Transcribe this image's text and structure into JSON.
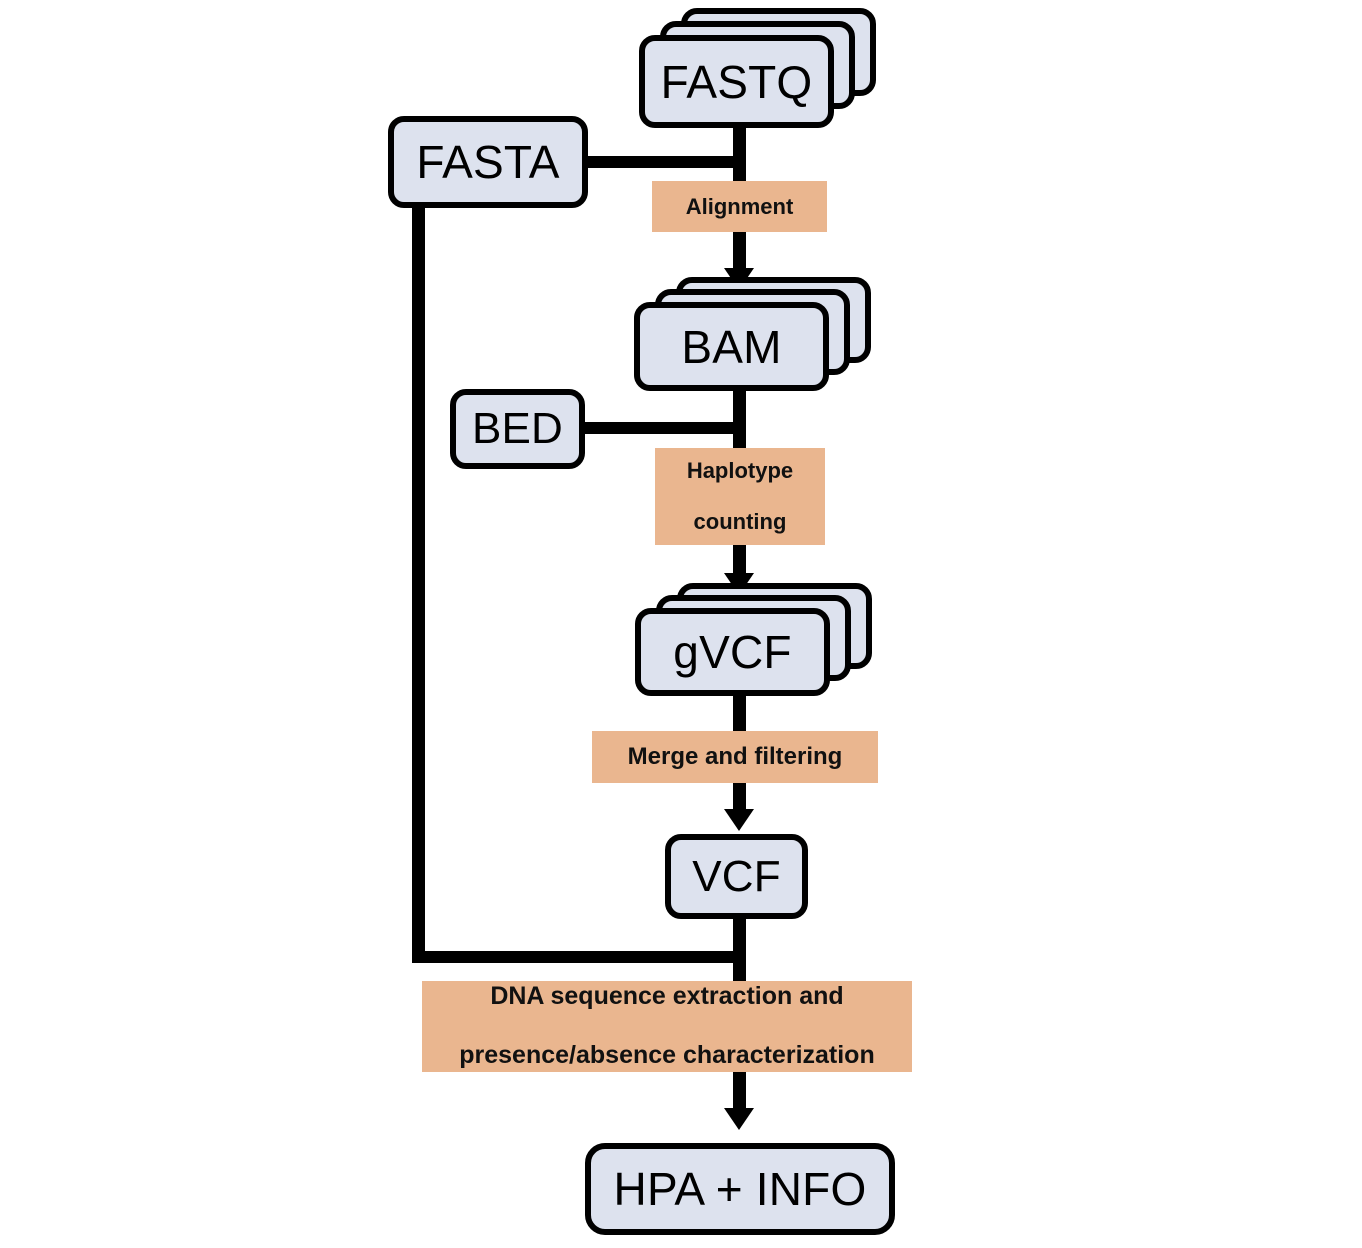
{
  "diagram": {
    "title": "Bioinformatics HPA genotyping pipeline flowchart",
    "colors": {
      "file_box_fill": "#dde2ee",
      "file_box_border": "#000000",
      "process_band_fill": "#eab68f",
      "connector": "#000000",
      "background": "#ffffff"
    },
    "nodes": {
      "fastq": {
        "label": "FASTQ",
        "kind": "file-stack",
        "copies": 3
      },
      "fasta": {
        "label": "FASTA",
        "kind": "file",
        "copies": 1
      },
      "bam": {
        "label": "BAM",
        "kind": "file-stack",
        "copies": 3
      },
      "bed": {
        "label": "BED",
        "kind": "file",
        "copies": 1
      },
      "gvcf": {
        "label": "gVCF",
        "kind": "file-stack",
        "copies": 3
      },
      "vcf": {
        "label": "VCF",
        "kind": "file",
        "copies": 1
      },
      "output": {
        "label": "HPA + INFO",
        "kind": "file",
        "copies": 1
      }
    },
    "processes": {
      "alignment": {
        "label": "Alignment"
      },
      "haplotype": {
        "label_line1": "Haplotype",
        "label_line2": "counting"
      },
      "merge": {
        "label": "Merge and filtering"
      },
      "extraction": {
        "label_line1": "DNA sequence extraction and",
        "label_line2": "presence/absence characterization"
      }
    },
    "edges": [
      {
        "from": "fastq",
        "to": "alignment",
        "type": "arrow"
      },
      {
        "from": "fasta",
        "to": "alignment",
        "type": "tee"
      },
      {
        "from": "alignment",
        "to": "bam",
        "type": "arrow"
      },
      {
        "from": "bam",
        "to": "haplotype",
        "type": "arrow"
      },
      {
        "from": "bed",
        "to": "haplotype",
        "type": "tee"
      },
      {
        "from": "haplotype",
        "to": "gvcf",
        "type": "arrow"
      },
      {
        "from": "gvcf",
        "to": "merge",
        "type": "arrow"
      },
      {
        "from": "merge",
        "to": "vcf",
        "type": "arrow"
      },
      {
        "from": "vcf",
        "to": "extraction",
        "type": "arrow"
      },
      {
        "from": "fasta",
        "to": "extraction",
        "type": "elbow"
      },
      {
        "from": "extraction",
        "to": "output",
        "type": "arrow"
      }
    ]
  }
}
